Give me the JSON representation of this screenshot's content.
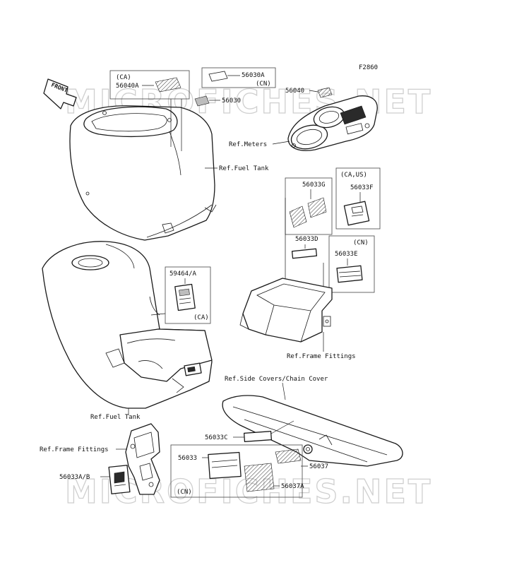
{
  "figure_code": "F2860",
  "front_arrow": "FRONT",
  "watermark": "MICROFICHES.NET",
  "labels": {
    "ca_top": "(CA)",
    "p56040A": "56040A",
    "p56030A": "56030A",
    "cn_top": "(CN)",
    "p56030": "56030",
    "p56040": "56040",
    "ref_meters": "Ref.Meters",
    "ref_fuel_tank_top": "Ref.Fuel Tank",
    "p56033G": "56033G",
    "ca_us": "(CA,US)",
    "p56033F": "56033F",
    "p56033D": "56033D",
    "cn_mid": "(CN)",
    "p56033E": "56033E",
    "p59464A": "59464/A",
    "ca_mid": "(CA)",
    "ref_frame_fittings_right": "Ref.Frame Fittings",
    "ref_side_covers": "Ref.Side Covers/Chain Cover",
    "ref_fuel_tank_bottom": "Ref.Fuel Tank",
    "ref_frame_fittings_left": "Ref.Frame Fittings",
    "p56033C": "56033C",
    "p56033": "56033",
    "p56037": "56037",
    "p56033AB": "56033A/B",
    "p56037A": "56037A",
    "cn_bottom": "(CN)"
  }
}
